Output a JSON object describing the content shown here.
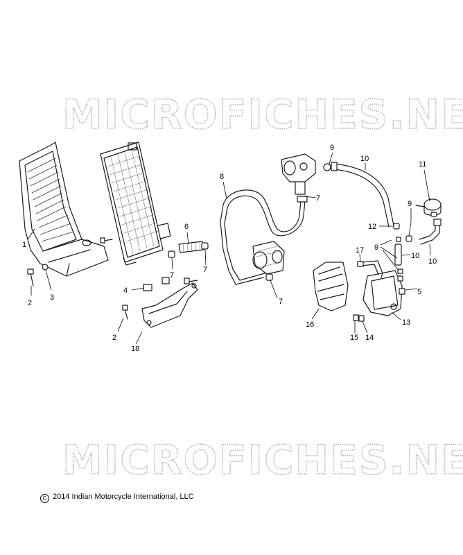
{
  "watermark": "MICROFICHES.NET",
  "copyright": "2014 Indian Motorcycle International, LLC",
  "copyright_symbol": "C",
  "callouts": {
    "c1": "1",
    "c2a": "2",
    "c3": "3",
    "c2b": "2",
    "c4": "4",
    "c18": "18",
    "c6": "6",
    "c7a": "7",
    "c7b": "7",
    "c8": "8",
    "c7c": "7",
    "c7d": "7",
    "c9a": "9",
    "c10a": "10",
    "c11": "11",
    "c9b": "9",
    "c12": "12",
    "c9c": "9",
    "c10b": "10",
    "c10c": "10",
    "c17": "17",
    "c5": "5",
    "c16": "16",
    "c13": "13",
    "c15": "15",
    "c14": "14"
  }
}
